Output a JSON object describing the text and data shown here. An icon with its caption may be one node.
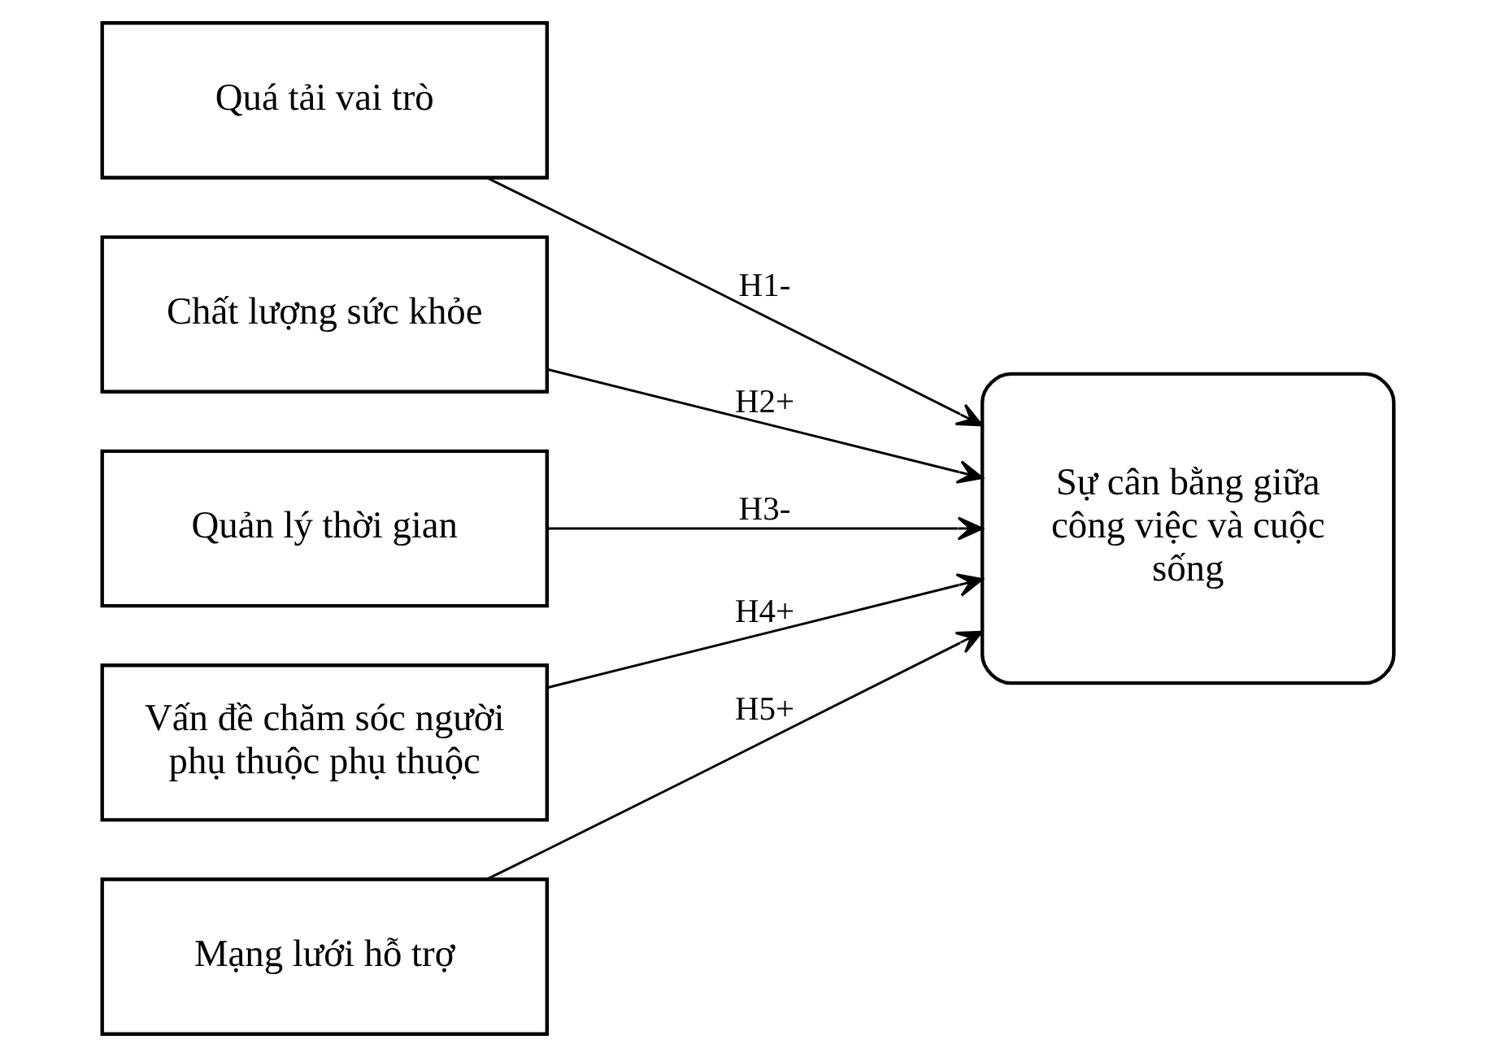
{
  "diagram": {
    "nodes": [
      {
        "text": [
          "Quá tải vai trò"
        ]
      },
      {
        "text": [
          "Chất lượng sức khỏe"
        ]
      },
      {
        "text": [
          "Quản lý thời gian"
        ]
      },
      {
        "text": [
          "Vấn đề chăm sóc người phụ thuộc phụ thuộc"
        ]
      },
      {
        "text": [
          "Mạng lưới hỗ trợ"
        ]
      },
      {
        "text": [
          "Sự cân bằng giữa công việc và cuộc sống"
        ]
      }
    ],
    "edges": [
      {
        "from": 0,
        "to": 5,
        "arrow": "to",
        "label": "H1-"
      },
      {
        "from": 1,
        "to": 5,
        "arrow": "to",
        "label": "H2+"
      },
      {
        "from": 2,
        "to": 5,
        "arrow": "to",
        "label": "H3-"
      },
      {
        "from": 3,
        "to": 5,
        "arrow": "to",
        "label": "H4+"
      },
      {
        "from": 4,
        "to": 5,
        "arrow": "to",
        "label": "H5+"
      }
    ]
  }
}
